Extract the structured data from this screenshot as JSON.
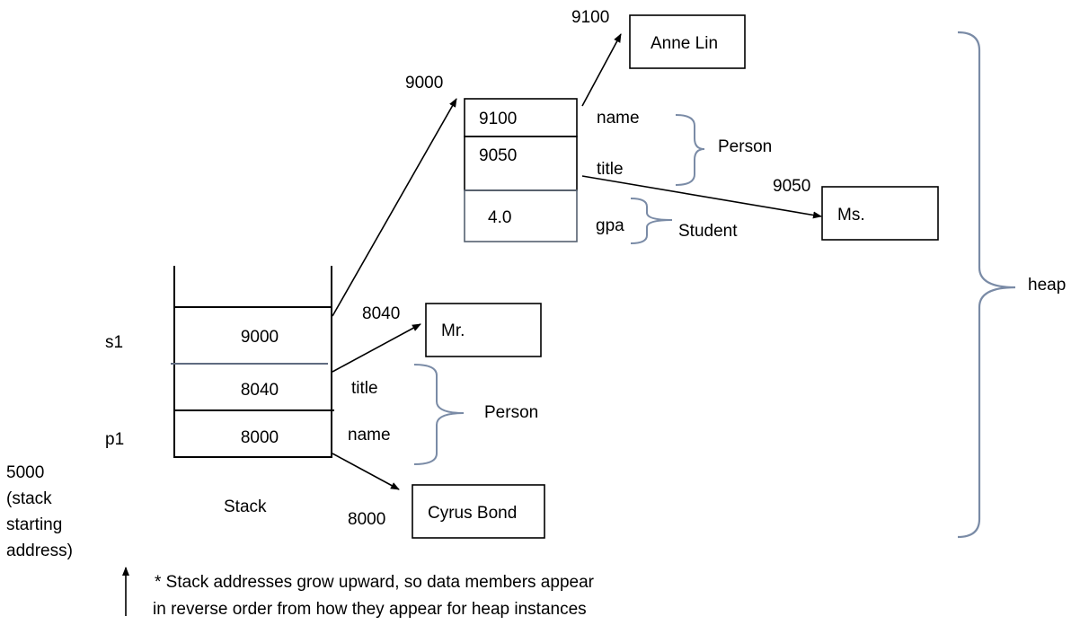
{
  "stack": {
    "label": "Stack",
    "cells": [
      "9000",
      "8040",
      "8000"
    ],
    "var_labels": {
      "s1": "s1",
      "p1": "p1"
    },
    "start_address": [
      "5000",
      "(stack",
      "starting",
      "address)"
    ]
  },
  "student_obj": {
    "address": "9000",
    "fields": [
      "9100",
      "9050",
      "4.0"
    ],
    "field_names": [
      "name",
      "title",
      "gpa"
    ],
    "groups": [
      "Person",
      "Student"
    ]
  },
  "anne_obj": {
    "address": "9100",
    "value": "Anne Lin"
  },
  "ms_obj": {
    "address": "9050",
    "value": "Ms."
  },
  "mr_obj": {
    "address": "8040",
    "value": "Mr."
  },
  "cyrus_obj": {
    "address": "8000",
    "value": "Cyrus Bond"
  },
  "person_fields": {
    "names": [
      "title",
      "name"
    ],
    "group": "Person"
  },
  "heap_label": "heap",
  "note": [
    "* Stack addresses grow upward, so data members appear",
    "in reverse order from how they appear for heap instances"
  ],
  "colors": {
    "line": "#000000",
    "brace": "#7a8ba6",
    "divider": "#5f6b80",
    "box_border": "#556070"
  }
}
